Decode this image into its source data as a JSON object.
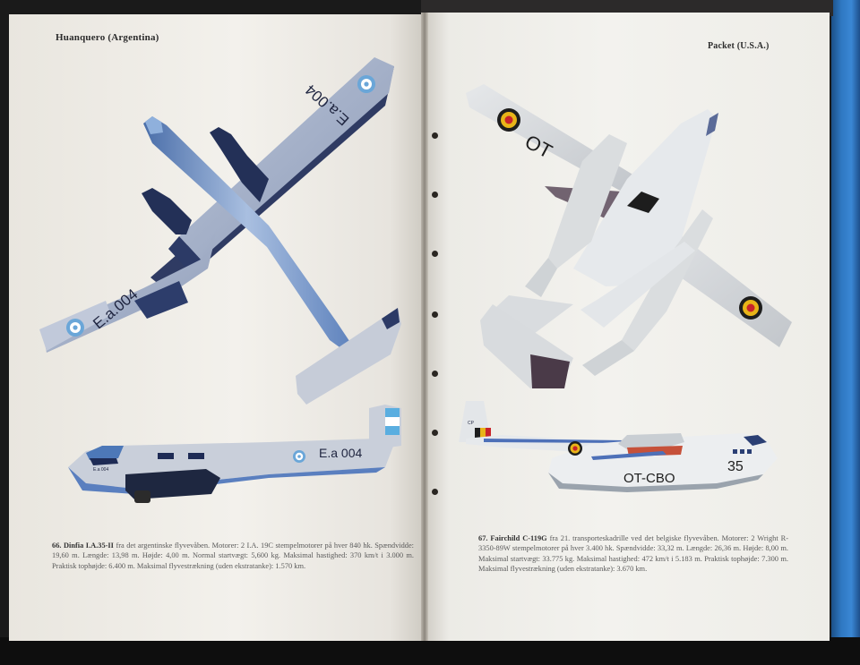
{
  "left_page": {
    "header": "Huanquero (Argentina)",
    "plane_number": "66.",
    "plane_name": "Dinfia I.A.35-II",
    "caption_text": "fra det argentinske flyvevåben. Motorer: 2 I.A. 19C stempelmotorer på hver 840 hk. Spændvidde: 19,60 m. Længde: 13,98 m. Højde: 4,00 m. Normal startvægt: 5,600 kg. Maksimal hastighed: 370 km/t i 3.000 m. Praktisk tophøjde: 6.400 m. Maksimal flyvestrækning (uden ekstratanke): 1.570 km.",
    "wing_marking": "E.a.004",
    "side_marking": "E.a 004",
    "nose_marking": "E.a 004"
  },
  "right_page": {
    "header": "Packet (U.S.A.)",
    "plane_number": "67.",
    "plane_name": "Fairchild C-119G",
    "caption_text": "fra 21. transporteskadrille ved det belgiske flyvevåben. Motorer: 2 Wright R-3350-89W stempelmotorer på hver 3.400 hk. Spændvidde: 33,32 m. Længde: 26,36 m. Højde: 8,00 m. Maksimal startvægt: 33.775 kg. Maksimal hastighed: 472 km/t i 5.183 m. Praktisk tophøjde: 7.300 m. Maksimal flyvestrækning (uden ekstratanke): 3.670 km.",
    "wing_marking": "OT",
    "side_marking": "OT-CBO",
    "fuselage_number": "35",
    "tail_marking": "CP"
  },
  "colors": {
    "argentina_blue": "#5b7fb8",
    "argentina_navy": "#2f3f6e",
    "belgium_yellow": "#e8b418",
    "belgium_red": "#c8242a",
    "book_cover_blue": "#2f78c2"
  }
}
